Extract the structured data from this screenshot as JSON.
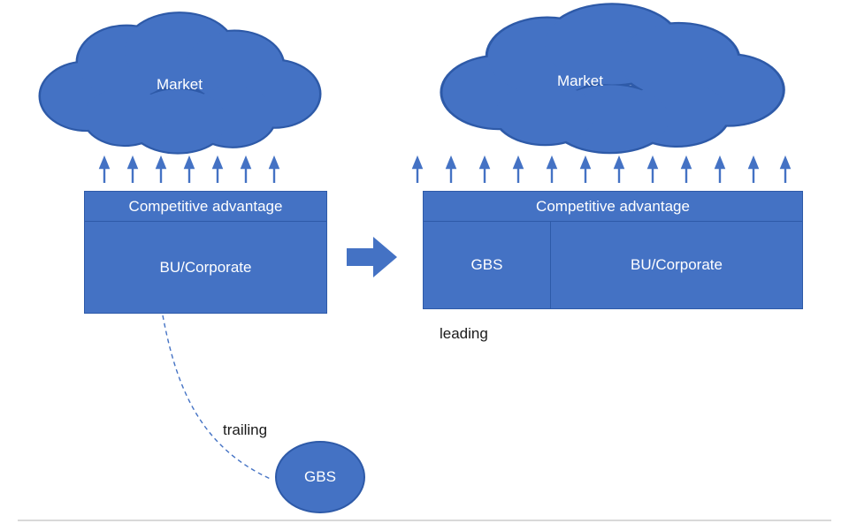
{
  "colors": {
    "shape_fill": "#4472C4",
    "shape_outline": "#2E5AA8",
    "label_on_shape": "#FFFFFF",
    "label_dark": "#1A1A1A",
    "bottom_divider": "#D9D9D9"
  },
  "left": {
    "cloud_label": "Market",
    "box_header": "Competitive advantage",
    "box_body": "BU/Corporate",
    "trailing_label": "trailing",
    "ellipse_label": "GBS"
  },
  "right": {
    "cloud_label": "Market",
    "box_header": "Competitive advantage",
    "cell_gbs": "GBS",
    "cell_bu": "BU/Corporate",
    "leading_label": "leading"
  },
  "arrows": {
    "left_count": 7,
    "right_count": 12
  }
}
